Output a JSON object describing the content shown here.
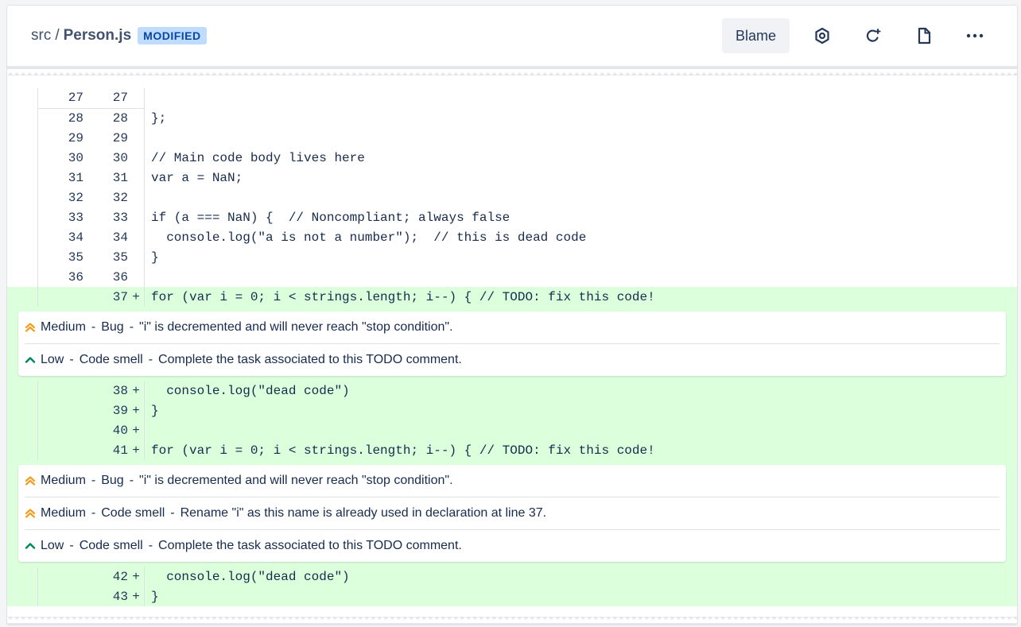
{
  "header": {
    "folder": "src",
    "separator": "/",
    "filename": "Person.js",
    "badge": "MODIFIED",
    "blame_label": "Blame",
    "icons": [
      "hexagon-icon",
      "refresh-icon",
      "file-icon",
      "more-icon"
    ]
  },
  "colors": {
    "added_bg": "#dcffdc",
    "badge_bg": "#bfdbfe",
    "badge_text": "#0747a6",
    "medium": "#f29e1f",
    "low": "#00875a"
  },
  "lines": [
    {
      "old": "27",
      "new": "27",
      "mark": "",
      "text": ""
    },
    {
      "old": "28",
      "new": "28",
      "mark": "",
      "text": "};"
    },
    {
      "old": "29",
      "new": "29",
      "mark": "",
      "text": ""
    },
    {
      "old": "30",
      "new": "30",
      "mark": "",
      "text": "// Main code body lives here"
    },
    {
      "old": "31",
      "new": "31",
      "mark": "",
      "text": "var a = NaN;"
    },
    {
      "old": "32",
      "new": "32",
      "mark": "",
      "text": ""
    },
    {
      "old": "33",
      "new": "33",
      "mark": "",
      "text": "if (a === NaN) {  // Noncompliant; always false"
    },
    {
      "old": "34",
      "new": "34",
      "mark": "",
      "text": "  console.log(\"a is not a number\");  // this is dead code"
    },
    {
      "old": "35",
      "new": "35",
      "mark": "",
      "text": "}"
    },
    {
      "old": "36",
      "new": "36",
      "mark": "",
      "text": ""
    }
  ],
  "added1": [
    {
      "old": "",
      "new": "37",
      "mark": "+",
      "text": "for (var i = 0; i < strings.length; i--) { // TODO: fix this code!"
    }
  ],
  "issues1": [
    {
      "severity": "Medium",
      "type": "Bug",
      "message": "\"i\" is decremented and will never reach \"stop condition\"."
    },
    {
      "severity": "Low",
      "type": "Code smell",
      "message": "Complete the task associated to this TODO comment."
    }
  ],
  "added2": [
    {
      "old": "",
      "new": "38",
      "mark": "+",
      "text": "  console.log(\"dead code\")"
    },
    {
      "old": "",
      "new": "39",
      "mark": "+",
      "text": "}"
    },
    {
      "old": "",
      "new": "40",
      "mark": "+",
      "text": ""
    },
    {
      "old": "",
      "new": "41",
      "mark": "+",
      "text": "for (var i = 0; i < strings.length; i--) { // TODO: fix this code!"
    }
  ],
  "issues2": [
    {
      "severity": "Medium",
      "type": "Bug",
      "message": "\"i\" is decremented and will never reach \"stop condition\"."
    },
    {
      "severity": "Medium",
      "type": "Code smell",
      "message": "Rename \"i\" as this name is already used in declaration at line 37."
    },
    {
      "severity": "Low",
      "type": "Code smell",
      "message": "Complete the task associated to this TODO comment."
    }
  ],
  "added3": [
    {
      "old": "",
      "new": "42",
      "mark": "+",
      "text": "  console.log(\"dead code\")"
    },
    {
      "old": "",
      "new": "43",
      "mark": "+",
      "text": "}"
    }
  ]
}
